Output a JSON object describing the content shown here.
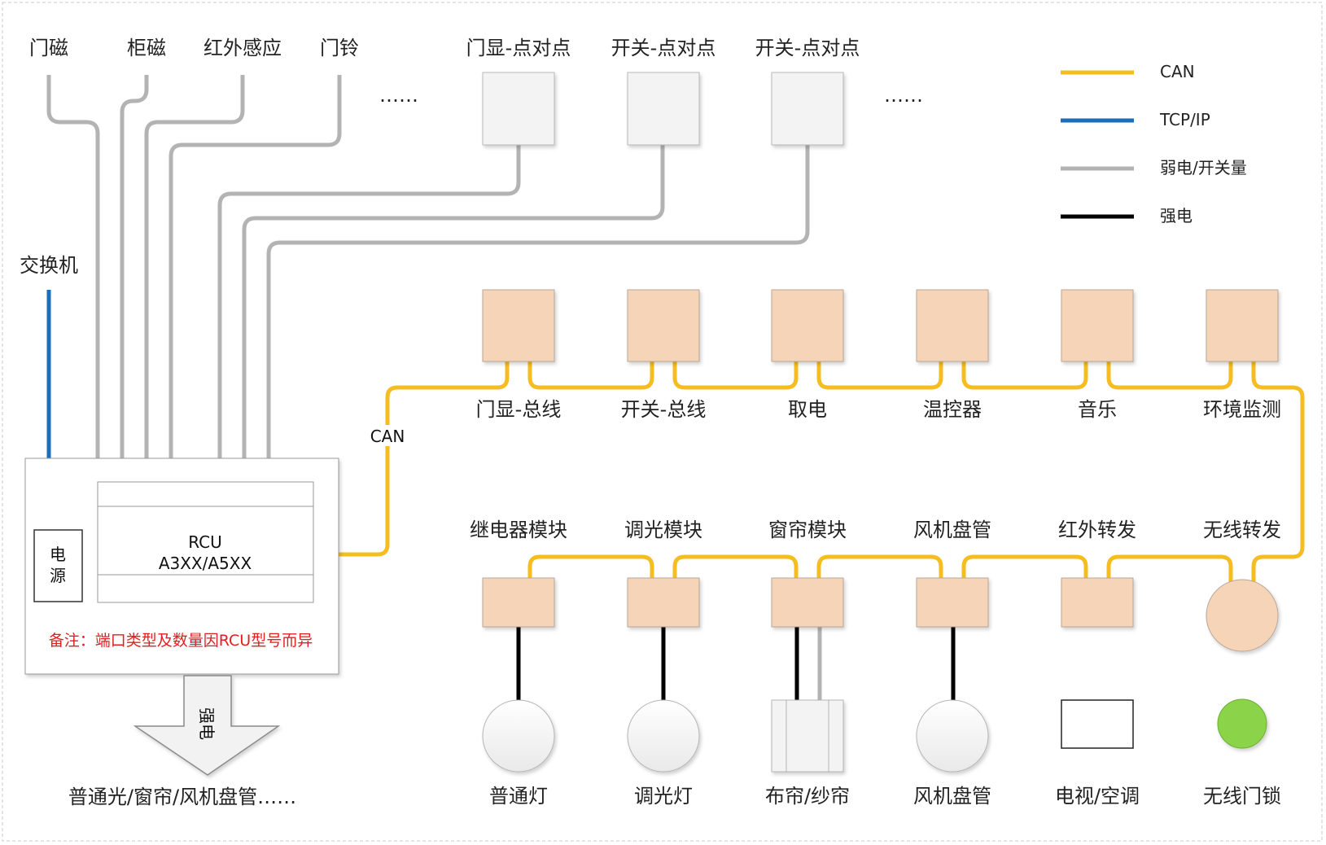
{
  "legend": {
    "items": [
      {
        "label": "CAN",
        "color": "#f5bd1f"
      },
      {
        "label": "TCP/IP",
        "color": "#1a6fb8"
      },
      {
        "label": "弱电/开关量",
        "color": "#b3b3b3"
      },
      {
        "label": "强电",
        "color": "#000000"
      }
    ]
  },
  "top_inputs": {
    "labels": [
      "门磁",
      "柜磁",
      "红外感应",
      "门铃"
    ],
    "ellipsis_left": "……",
    "ellipsis_right": "……",
    "p2p_labels": [
      "门显-点对点",
      "开关-点对点",
      "开关-点对点"
    ]
  },
  "switch_label": "交换机",
  "rcu": {
    "line1": "RCU",
    "line2": "A3XX/A5XX",
    "power_line1": "电",
    "power_line2": "源",
    "note": "备注：端口类型及数量因RCU型号而异"
  },
  "can_label": "CAN",
  "bus_row1": [
    "门显-总线",
    "开关-总线",
    "取电",
    "温控器",
    "音乐",
    "环境监测"
  ],
  "bus_row2": [
    "继电器模块",
    "调光模块",
    "窗帘模块",
    "风机盘管",
    "红外转发",
    "无线转发"
  ],
  "devices": [
    "普通灯",
    "调光灯",
    "布帘/纱帘",
    "风机盘管",
    "电视/空调",
    "无线门锁"
  ],
  "power_arrow": {
    "label": "强电",
    "text": "普通光/窗帘/风机盘管……"
  },
  "colors": {
    "can": "#f5bd1f",
    "tcp": "#1a6fb8",
    "weak": "#b3b3b3",
    "strong": "#000000",
    "module_fill": "#f6d4b8",
    "module_stroke": "#b9a898",
    "p2p_fill": "#f3f3f3",
    "lock_green": "#8bd44a",
    "note_red": "#e02020"
  }
}
